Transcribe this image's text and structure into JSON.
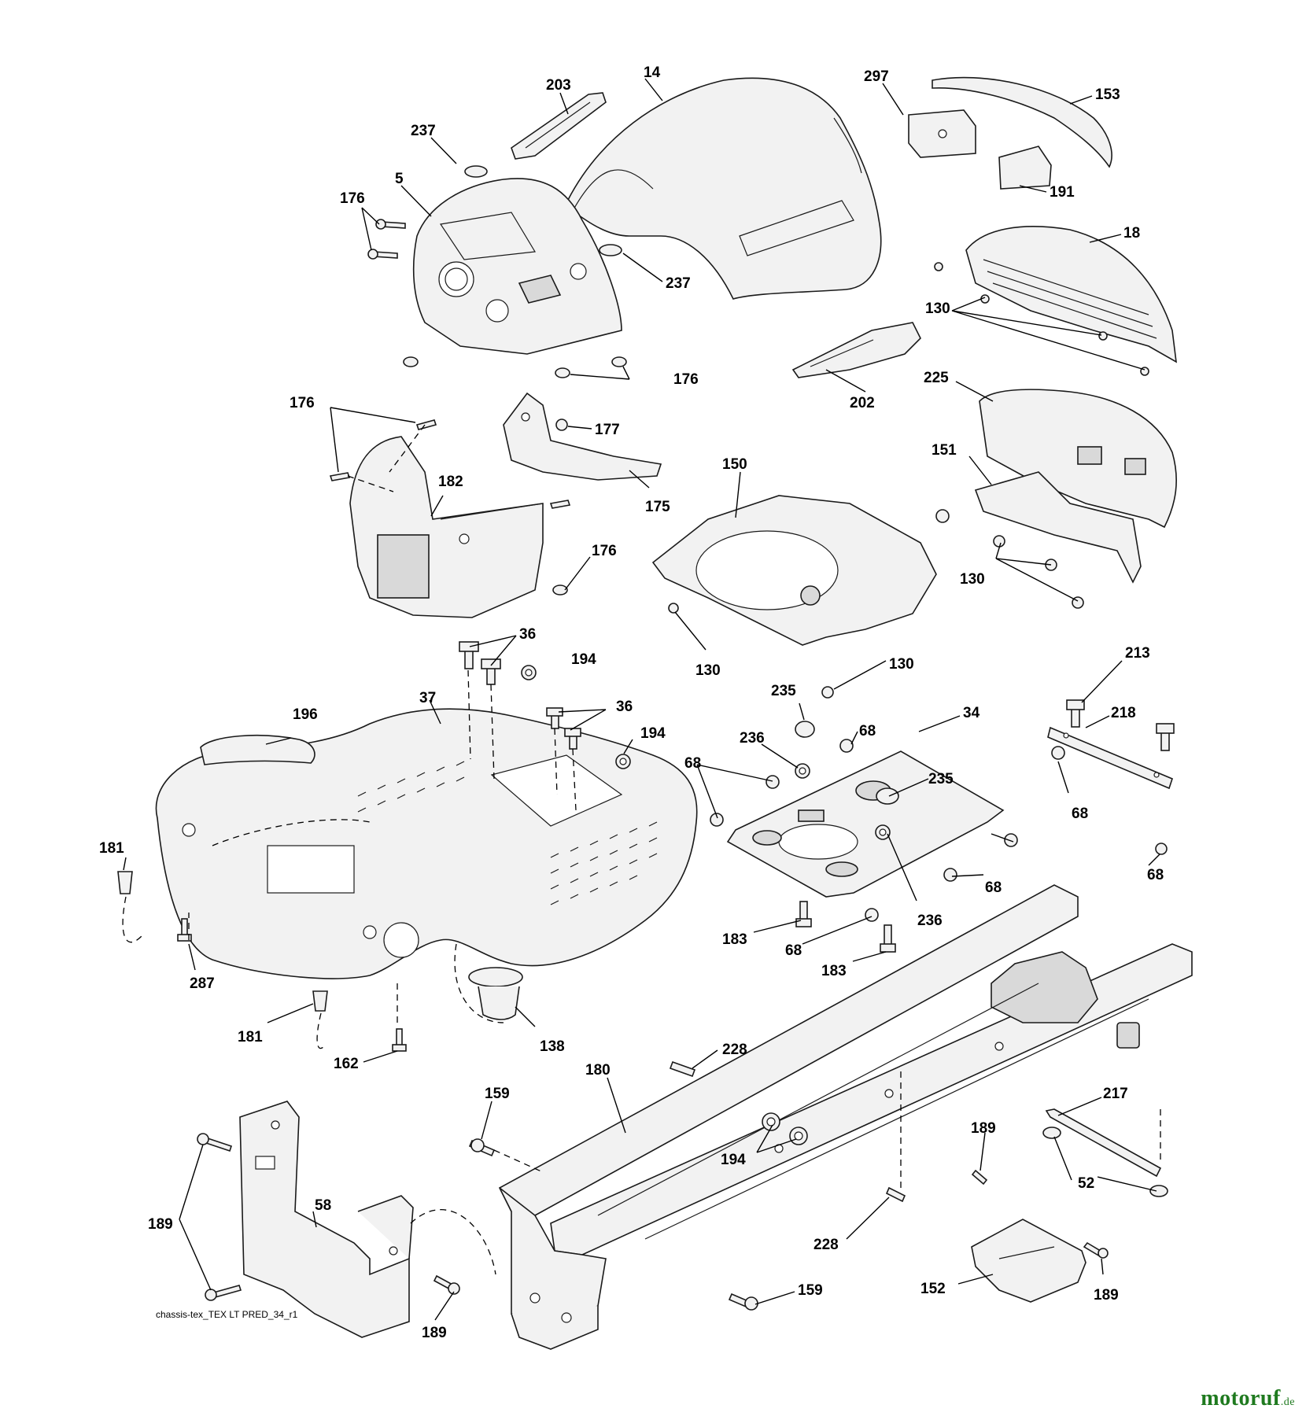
{
  "callouts": {
    "c14": "14",
    "c203": "203",
    "c297": "297",
    "c153": "153",
    "c237a": "237",
    "c176a": "176",
    "c5": "5",
    "c191": "191",
    "c18": "18",
    "c237b": "237",
    "c130a": "130",
    "c176b": "176",
    "c202": "202",
    "c225": "225",
    "c176c": "176",
    "c177": "177",
    "c151": "151",
    "c150": "150",
    "c182": "182",
    "c175": "175",
    "c176d": "176",
    "c130b": "130",
    "c36a": "36",
    "c194a": "194",
    "c130c": "130",
    "c130d": "130",
    "c213": "213",
    "c37": "37",
    "c235a": "235",
    "c36b": "36",
    "c196": "196",
    "c194b": "194",
    "c236a": "236",
    "c68a": "68",
    "c34": "34",
    "c218": "218",
    "c68b": "68",
    "c235b": "235",
    "c68c": "68",
    "c181a": "181",
    "c68d": "68",
    "c68e": "68",
    "c287": "287",
    "c236b": "236",
    "c183a": "183",
    "c68f": "68",
    "c183b": "183",
    "c181b": "181",
    "c138": "138",
    "c162": "162",
    "c228a": "228",
    "c159a": "159",
    "c180": "180",
    "c217": "217",
    "c189a": "189",
    "c194c": "194",
    "c58": "58",
    "c52": "52",
    "c189b": "189",
    "c228b": "228",
    "c152": "152",
    "c159b": "159",
    "c189c": "189",
    "c189d": "189"
  },
  "footer": {
    "filename": "chassis-tex_TEX LT PRED_34_r1",
    "brand": "motoruf",
    "brand_suffix": ".de"
  }
}
